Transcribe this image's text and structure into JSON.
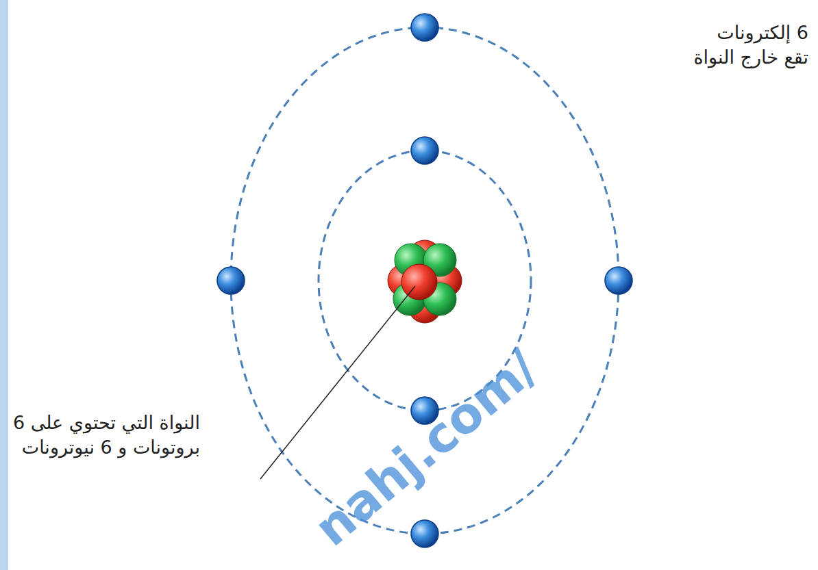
{
  "diagram": {
    "labels": [
      "6 إلكترونات تقع خارج النواة",
      "النواة التي تحتوي على 6 بروتونات و 6 نيوترونات",
      "nahj.com/"
    ]
  }
}
